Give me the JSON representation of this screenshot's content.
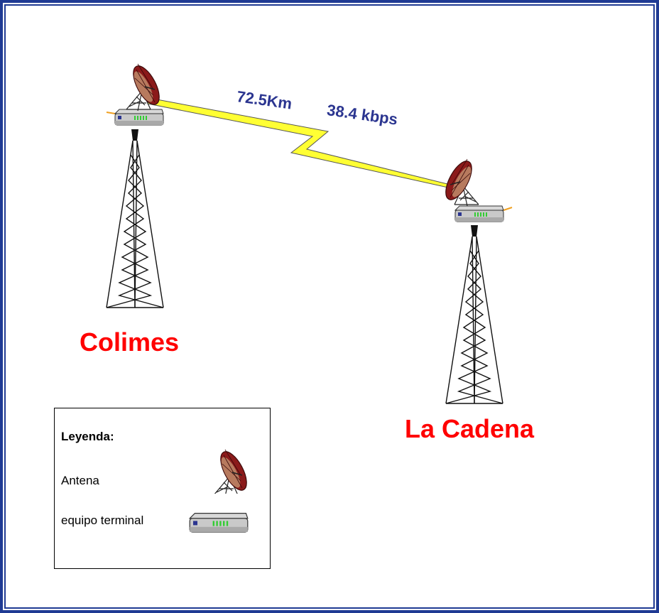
{
  "sites": [
    {
      "name": "Colimes"
    },
    {
      "name": "La Cadena"
    }
  ],
  "link": {
    "distance": "72.5Km",
    "rate": "38.4 kbps",
    "color": "#ffff33"
  },
  "legend": {
    "title": "Leyenda:",
    "items": [
      {
        "label": "Antena",
        "icon": "satellite-dish-icon"
      },
      {
        "label": "equipo terminal",
        "icon": "terminal-equipment-icon"
      }
    ]
  },
  "colors": {
    "frame": "#1f3a93",
    "site_label": "#ff0000",
    "link_label": "#2b3590",
    "dish": "#8b1a1a"
  }
}
